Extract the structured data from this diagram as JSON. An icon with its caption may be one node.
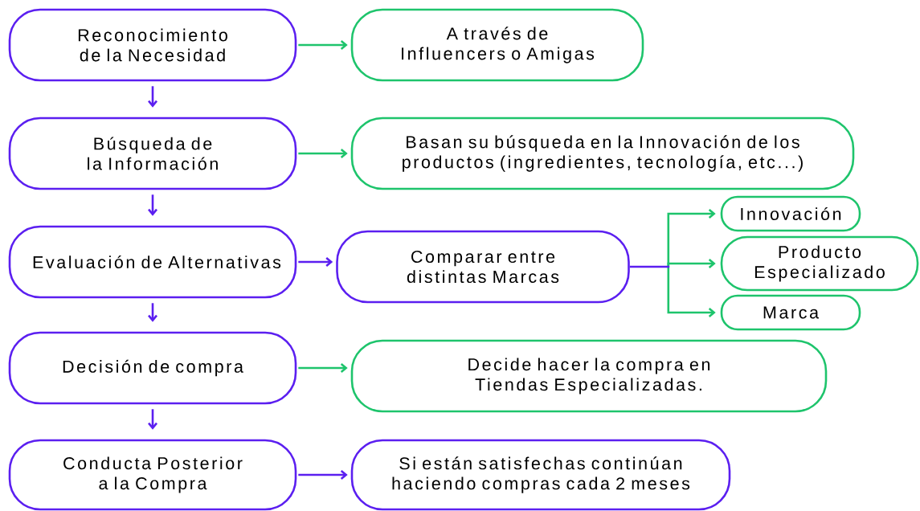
{
  "diagram": {
    "nodes": [
      {
        "text": [
          "Reconocimiento de la Necesidad"
        ]
      },
      {
        "text": [
          "A través de Influencers o Amigas"
        ]
      },
      {
        "text": [
          "Búsqueda de la Información"
        ]
      },
      {
        "text": [
          "Basan su búsqueda en la Innovación de los productos (ingredientes, tecnología, etc...)"
        ]
      },
      {
        "text": [
          "Evaluación de Alternativas"
        ]
      },
      {
        "text": [
          "Comparar entre distintas Marcas"
        ]
      },
      {
        "text": [
          "Innovación"
        ]
      },
      {
        "text": [
          "Producto Especializado"
        ]
      },
      {
        "text": [
          "Marca"
        ]
      },
      {
        "text": [
          "Decisión de compra"
        ]
      },
      {
        "text": [
          "Decide hacer la compra en Tiendas Especializadas."
        ]
      },
      {
        "text": [
          "Conducta Posterior a la Compra"
        ]
      },
      {
        "text": [
          "Si están satisfechas continúan haciendo compras cada 2 meses"
        ]
      }
    ],
    "edges": [
      {
        "from": 0,
        "to": 2,
        "arrow": "to"
      },
      {
        "from": 2,
        "to": 4,
        "arrow": "to"
      },
      {
        "from": 4,
        "to": 9,
        "arrow": "to"
      },
      {
        "from": 9,
        "to": 11,
        "arrow": "to"
      },
      {
        "from": 0,
        "to": 1,
        "arrow": "to",
        "color": "#1ec46c"
      },
      {
        "from": 2,
        "to": 3,
        "arrow": "to",
        "color": "#1ec46c"
      },
      {
        "from": 4,
        "to": 5,
        "arrow": "to"
      },
      {
        "from": 9,
        "to": 10,
        "arrow": "to",
        "color": "#1ec46c"
      },
      {
        "from": 11,
        "to": 12,
        "arrow": "to"
      },
      {
        "from": 5,
        "to": 6,
        "arrow": "to",
        "color": "#1ec46c"
      },
      {
        "from": 5,
        "to": 7,
        "arrow": "to",
        "color": "#1ec46c"
      },
      {
        "from": 5,
        "to": 8,
        "arrow": "to",
        "color": "#1ec46c"
      }
    ]
  }
}
